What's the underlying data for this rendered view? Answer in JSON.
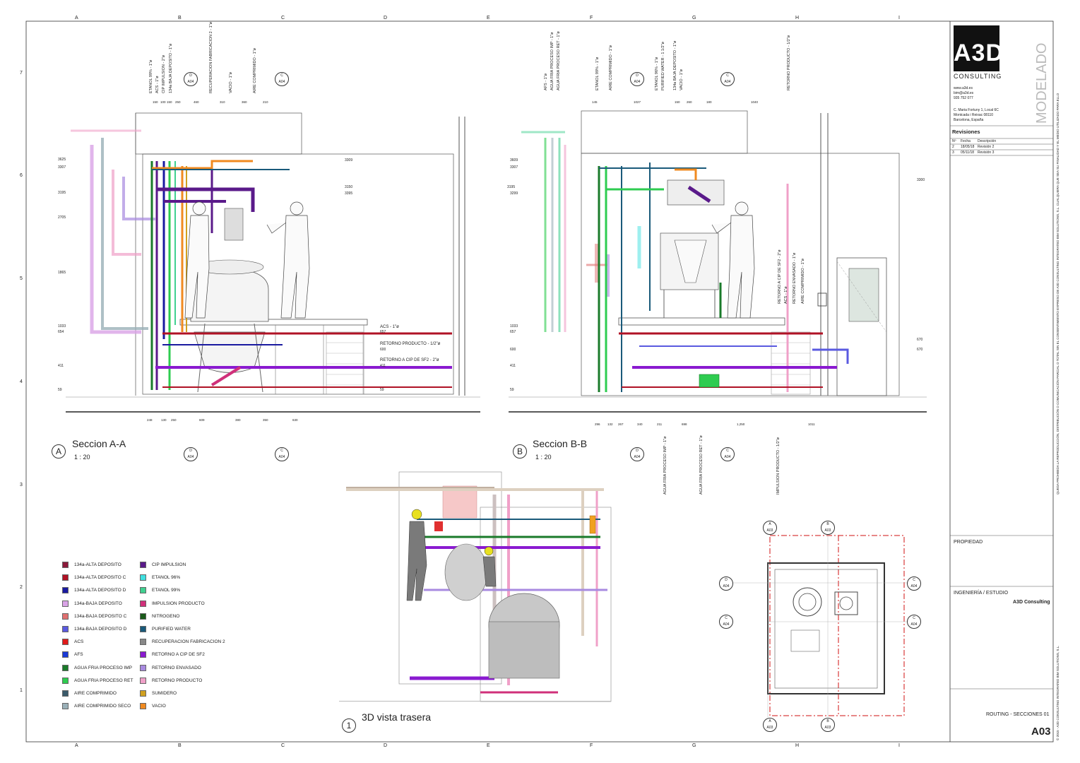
{
  "grid": {
    "columns": [
      "A",
      "B",
      "C",
      "D",
      "E",
      "F",
      "G",
      "H",
      "I"
    ],
    "rows": [
      "7",
      "6",
      "5",
      "4",
      "3",
      "2",
      "1"
    ]
  },
  "views": {
    "section_a": {
      "letter": "A",
      "title": "Seccion A-A",
      "scale": "1 : 20"
    },
    "section_b": {
      "letter": "B",
      "title": "Seccion B-B",
      "scale": "1 : 20"
    },
    "view_3d": {
      "number": "1",
      "title": "3D vista trasera"
    }
  },
  "section_a_pipes_top": [
    "ETANOL 99% - 1\"ø",
    "ACS - 1\"ø",
    "CIP IMPULSION - 2\"ø",
    "134a BAJA DEPOSITO - 1\"ø",
    "RECUPERACION FABRICACION 2 - 1\"ø",
    "VACIO - 1\"ø",
    "AIRE COMPRIMIDO - 1\"ø"
  ],
  "section_a_pipes_right": [
    "ACS - 1\"ø",
    "RETORNO PRODUCTO - 1/2\"ø",
    "RETORNO A CIP DE SF2 - 2\"ø"
  ],
  "section_b_pipes_top": [
    "AFS - 1\"ø",
    "AGUA FRIA PROCESO IMP - 1\"ø",
    "AGUA FRIA PROCESO RET - 1\"ø",
    "ETANOL 99% - 1\"ø",
    "AIRE COMPRIMIDO - 1\"ø",
    "ETANOL 96% - 1\"ø",
    "PURIFIED WATER - 1 1/2\"ø",
    "134a BAJA DEPOSITO - 1\"ø",
    "VACIO - 1\"ø",
    "RETORNO PRODUCTO - 1/2\"ø"
  ],
  "section_b_pipes_right": [
    "RETORNO A CIP DE SF2 - 2\"ø",
    "ACS - 1\"ø",
    "RETORNO ENVASADO - 1\"ø",
    "AIRE COMPRIMIDO - 1\"ø"
  ],
  "section_b_pipes_bottom": [
    "AGUA FRIA PROCESO IMP - 1\"ø",
    "AGUA FRIA PROCESO RET - 1\"ø",
    "IMPULSION PRODUCTO - 1/2\"ø"
  ],
  "dims_a_top": [
    "150",
    "100",
    "150",
    "250",
    "460",
    "310",
    "360",
    "210"
  ],
  "dims_a_bottom": [
    "248",
    "130",
    "250",
    "609",
    "380",
    "350",
    "630"
  ],
  "dims_b_top": [
    "145",
    "1027",
    "150",
    "260",
    "180",
    "1040"
  ],
  "dims_b_bottom": [
    "296",
    "132",
    "267",
    "340",
    "211",
    "698",
    "1,250",
    "1011"
  ],
  "levels_a": [
    "3625",
    "3307",
    "3195",
    "2705",
    "1865",
    "1033",
    "654",
    "411",
    "59"
  ],
  "levels_a_right": [
    "3309",
    "3150",
    "3395",
    "657",
    "600",
    "411",
    "59"
  ],
  "levels_b": [
    "3609",
    "3307",
    "3195",
    "3299",
    "1033",
    "657",
    "600",
    "411",
    "59"
  ],
  "levels_b_right": [
    "3300",
    "670",
    "670"
  ],
  "section_marks": [
    {
      "letter": "D",
      "sheet": "A04"
    },
    {
      "letter": "C",
      "sheet": "A04"
    },
    {
      "letter": "A",
      "sheet": "A03"
    },
    {
      "letter": "B",
      "sheet": "A03"
    }
  ],
  "legend": [
    {
      "label": "134a-ALTA DEPOSITO",
      "color": "#8b1a3a"
    },
    {
      "label": "134a-ALTA DEPOSITO C",
      "color": "#b01225"
    },
    {
      "label": "134a-ALTA DEPOSITO D",
      "color": "#1a1aa0"
    },
    {
      "label": "134a-BAJA DEPOSITO",
      "color": "#d9a3e6"
    },
    {
      "label": "134a-BAJA DEPOSITO C",
      "color": "#e07070"
    },
    {
      "label": "134a-BAJA DEPOSITO D",
      "color": "#5a5ae0"
    },
    {
      "label": "ACS",
      "color": "#e01a1a"
    },
    {
      "label": "AFS",
      "color": "#1a3ad6"
    },
    {
      "label": "AGUA FRIA PROCESO IMP",
      "color": "#1a7a2a"
    },
    {
      "label": "AGUA FRIA PROCESO RET",
      "color": "#2ecc50"
    },
    {
      "label": "AIRE COMPRIMIDO",
      "color": "#3a5a6a"
    },
    {
      "label": "AIRE COMPRIMIDO SECO",
      "color": "#9ab0b8"
    },
    {
      "label": "CIP IMPULSION",
      "color": "#5a1a8a"
    },
    {
      "label": "ETANOL 96%",
      "color": "#40e0e0"
    },
    {
      "label": "ETANOL 99%",
      "color": "#40d090"
    },
    {
      "label": "IMPULSION PRODUCTO",
      "color": "#d0307a"
    },
    {
      "label": "NITROGENO",
      "color": "#1a5a1a"
    },
    {
      "label": "PURIFIED WATER",
      "color": "#1a5a7a"
    },
    {
      "label": "RECUPERACION FABRICACION 2",
      "color": "#888888"
    },
    {
      "label": "RETORNO A CIP DE SF2",
      "color": "#8a1ad0"
    },
    {
      "label": "RETORNO ENVASADO",
      "color": "#a88ae0"
    },
    {
      "label": "RETORNO PRODUCTO",
      "color": "#f0a0c8"
    },
    {
      "label": "SUMIDERO",
      "color": "#d0a020"
    },
    {
      "label": "VACIO",
      "color": "#f08a20"
    }
  ],
  "title_block": {
    "logo_text": "A3D",
    "logo_sub": "CONSULTING",
    "web": "www.a3d.es",
    "email": "bim@a3d.es",
    "phone": "935 752 077",
    "address1": "C. Maria Fortuny 1, Local 6C",
    "address2": "Montcada i Reixac 08110",
    "address3": "Barcelona, España",
    "stamp": "MODELADO",
    "revisions_title": "Revisiones",
    "rev_headers": [
      "Nº",
      "Fecha",
      "Descripción"
    ],
    "revisions": [
      {
        "n": "2",
        "date": "18/05/18",
        "desc": "Revisión 2"
      },
      {
        "n": "3",
        "date": "05/11/18",
        "desc": "Revisión 3"
      }
    ],
    "property_label": "PROPIEDAD",
    "engineering_label": "INGENIERÍA / ESTUDIO",
    "engineering_value": "A3D Consulting",
    "sheet_name": "ROUTING - SECCIONES 01",
    "sheet_number": "A03",
    "disclaimer": "QUEDA PROHIBIDA LA REPRODUCCIÓN, DISTRIBUCIÓN O COMUNICACIÓN PARCIAL O TOTAL SIN EL CONSENTIMIENTO EXPRESO DE A3D CONSULTING INTEGRATED BIM SOLUTIONS, S.L. CUALQUIERA QUE SEA SU FINALIDAD Y EL MEDIO UTILIZADO PARA ELLO",
    "copyright": "© 2015 - A3D CONSULTING INTEGRATED BIM SOLUTIONS, S.L."
  },
  "colors": {
    "border": "#333333",
    "accent_red": "#d01010",
    "logo_bg": "#111111"
  }
}
